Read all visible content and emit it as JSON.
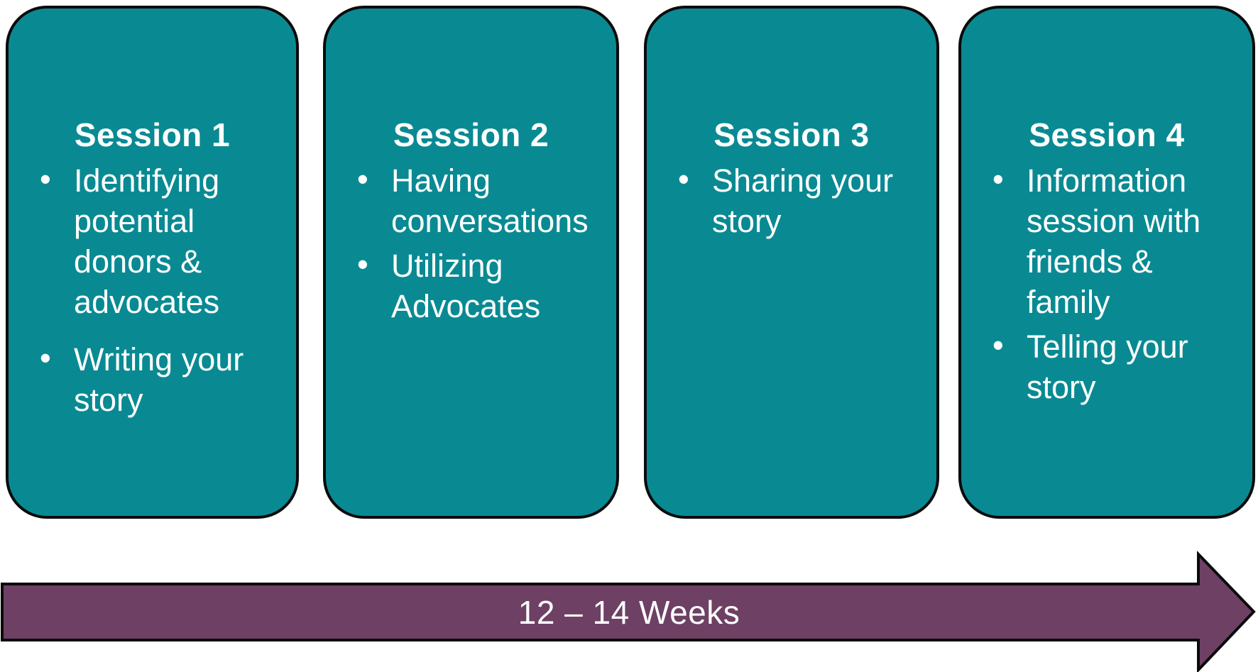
{
  "colors": {
    "card-fill": "#098A93",
    "arrow-fill": "#6E4064",
    "outline": "#0B0B0B",
    "text": "#FFFFFF",
    "background": "#FFFFFF"
  },
  "glyphs": {
    "bullet": "•"
  },
  "sessions": [
    {
      "title": "Session 1",
      "bullets": [
        "Identifying potential donors & advocates",
        "Writing your story"
      ]
    },
    {
      "title": "Session 2",
      "bullets": [
        "Having conversations",
        "Utilizing Advocates"
      ]
    },
    {
      "title": "Session 3",
      "bullets": [
        "Sharing your story"
      ]
    },
    {
      "title": "Session 4",
      "bullets": [
        "Information session with friends & family",
        "Telling your story"
      ]
    }
  ],
  "timeline": {
    "label": "12 – 14 Weeks"
  }
}
